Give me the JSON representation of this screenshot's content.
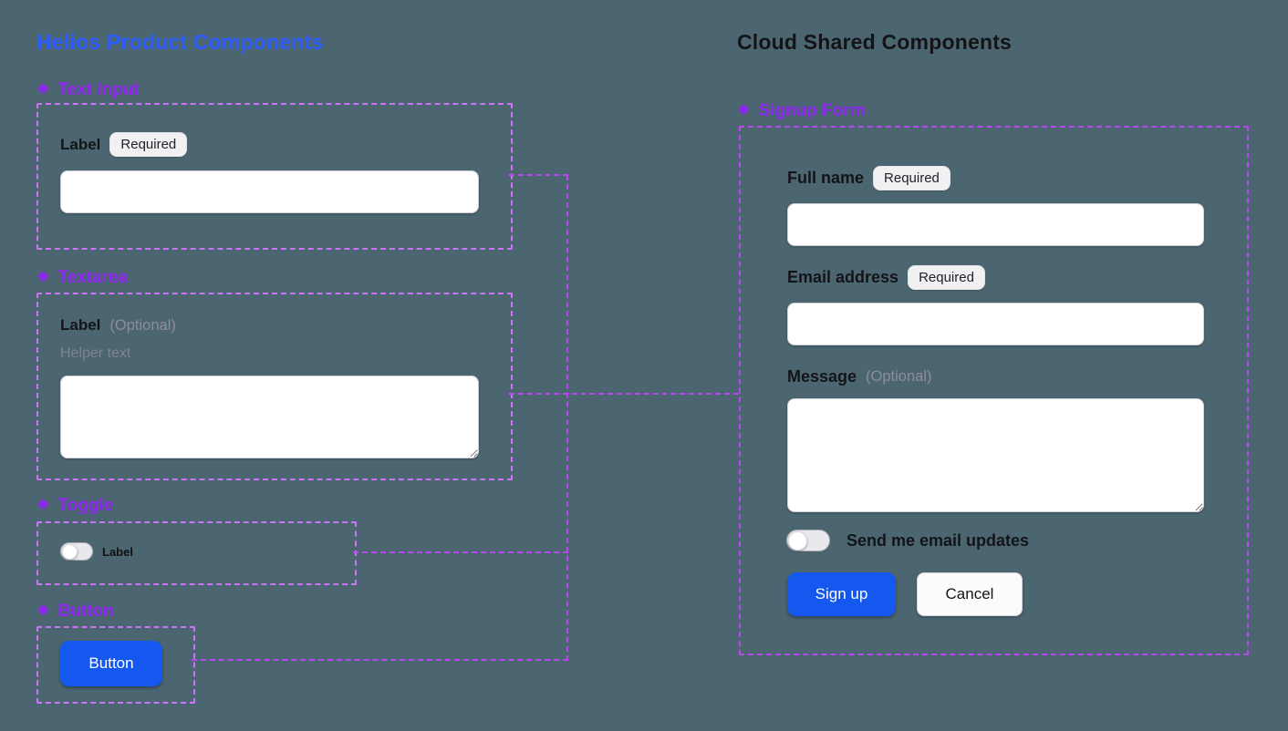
{
  "icons": {
    "component_glyph": "❖"
  },
  "colors": {
    "canvas_bg": "#4b6670",
    "title_blue": "#2c5cfe",
    "title_black": "#141417",
    "component_purple": "#8d27ee",
    "outline_purple": "#ca74f6",
    "connector_purple": "#b847f2",
    "accent_blue": "#1558ef"
  },
  "left": {
    "title": "Helios Product Components",
    "text_input": {
      "section": "Text Input",
      "label": "Label",
      "badge": "Required",
      "value": ""
    },
    "textarea": {
      "section": "Textarea",
      "label": "Label",
      "optional": "(Optional)",
      "helper": "Helper text",
      "value": ""
    },
    "toggle": {
      "section": "Toggle",
      "label": "Label",
      "state": "off"
    },
    "button": {
      "section": "Button",
      "label": "Button"
    }
  },
  "right": {
    "title": "Cloud Shared Components",
    "signup_form": {
      "section": "Signup Form",
      "full_name": {
        "label": "Full name",
        "badge": "Required",
        "value": ""
      },
      "email": {
        "label": "Email address",
        "badge": "Required",
        "value": ""
      },
      "message": {
        "label": "Message",
        "optional": "(Optional)",
        "value": ""
      },
      "updates_toggle": {
        "label": "Send me email updates",
        "state": "off"
      },
      "submit": "Sign up",
      "cancel": "Cancel"
    }
  }
}
